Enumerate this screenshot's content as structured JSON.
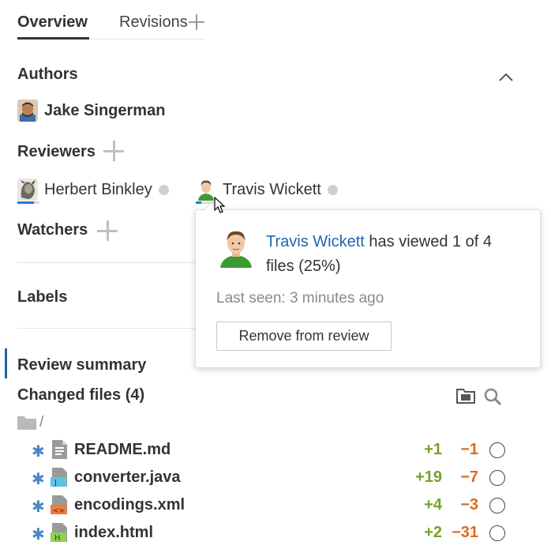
{
  "tabs": {
    "overview": "Overview",
    "revisions": "Revisions"
  },
  "sections": {
    "authors": "Authors",
    "reviewers": "Reviewers",
    "watchers": "Watchers",
    "labels": "Labels",
    "review_summary": "Review summary",
    "changed_files": "Changed files (4)"
  },
  "authors": [
    {
      "name": "Jake Singerman"
    }
  ],
  "reviewers": [
    {
      "name": "Herbert Binkley",
      "progress": 0.75
    },
    {
      "name": "Travis Wickett",
      "progress": 0.25
    }
  ],
  "root_folder": "/",
  "files": [
    {
      "name": "README.md",
      "adds": "+1",
      "dels": "−1",
      "type": "text",
      "type_letter": "",
      "badge_color": ""
    },
    {
      "name": "converter.java",
      "adds": "+19",
      "dels": "−7",
      "type": "java",
      "type_letter": "J",
      "badge_color": "#5bc4e6"
    },
    {
      "name": "encodings.xml",
      "adds": "+4",
      "dels": "−3",
      "type": "xml",
      "type_letter": "<>",
      "badge_color": "#f07a3a"
    },
    {
      "name": "index.html",
      "adds": "+2",
      "dels": "−31",
      "type": "html",
      "type_letter": "H",
      "badge_color": "#8fd14f"
    }
  ],
  "popup": {
    "name": "Travis Wickett",
    "viewed_text": " has viewed 1 of 4 files (25%)",
    "last_seen": "Last seen: 3 minutes ago",
    "remove_button": "Remove from review"
  },
  "colors": {
    "accent": "#1d64b0",
    "added": "#74a32a",
    "removed": "#de6b19",
    "progress": "#1a7fd9"
  }
}
